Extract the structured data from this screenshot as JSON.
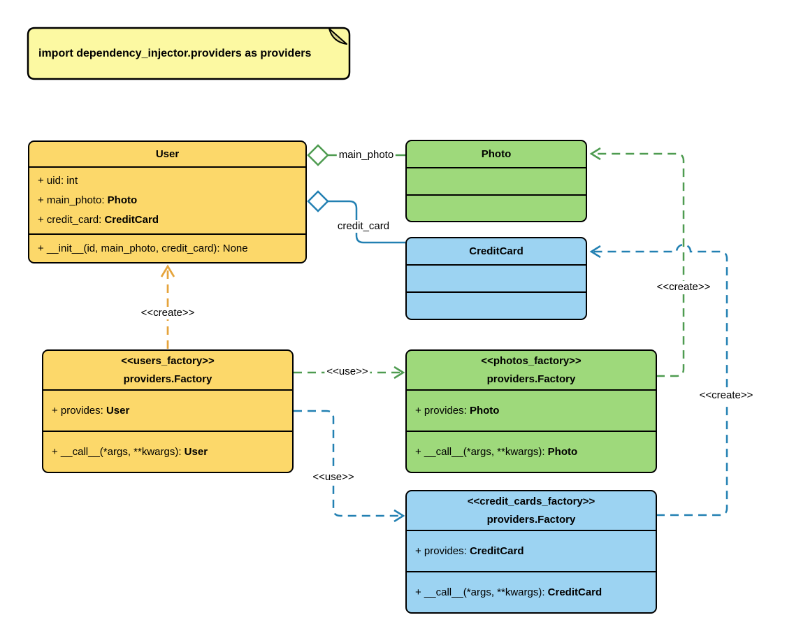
{
  "note": {
    "text": "import dependency_injector.providers as providers"
  },
  "labels": {
    "main_photo": "main_photo",
    "credit_card": "credit_card",
    "create": "<<create>>",
    "use": "<<use>>"
  },
  "classes": [
    {
      "name": "User",
      "title_lines": [
        "User"
      ],
      "attributes": [
        [
          "+ uid: int"
        ],
        [
          "+ main_photo: ",
          "Photo"
        ],
        [
          "+ credit_card: ",
          "CreditCard"
        ]
      ],
      "methods": [
        [
          "+ __init__(id, main_photo, credit_card): None"
        ]
      ]
    },
    {
      "name": "Photo",
      "title_lines": [
        "Photo"
      ],
      "attributes": [],
      "methods": []
    },
    {
      "name": "CreditCard",
      "title_lines": [
        "CreditCard"
      ],
      "attributes": [],
      "methods": []
    },
    {
      "name": "users_factory",
      "title_lines": [
        "<<users_factory>>",
        "providers.Factory"
      ],
      "attributes": [
        [
          "+ provides: ",
          "User"
        ]
      ],
      "methods": [
        [
          "+ __call__(*args, **kwargs): ",
          "User"
        ]
      ]
    },
    {
      "name": "photos_factory",
      "title_lines": [
        "<<photos_factory>>",
        "providers.Factory"
      ],
      "attributes": [
        [
          "+ provides: ",
          "Photo"
        ]
      ],
      "methods": [
        [
          "+ __call__(*args, **kwargs): ",
          "Photo"
        ]
      ]
    },
    {
      "name": "credit_cards_factory",
      "title_lines": [
        "<<credit_cards_factory>>",
        "providers.Factory"
      ],
      "attributes": [
        [
          "+ provides: ",
          "CreditCard"
        ]
      ],
      "methods": [
        [
          "+ __call__(*args, **kwargs): ",
          "CreditCard"
        ]
      ]
    }
  ],
  "colors": {
    "class_yellow": "#FCD86A",
    "class_green": "#9ED97B",
    "class_blue": "#9CD3F2",
    "note_yellow": "#FCF9A2",
    "note_fold": "#DCD68C",
    "edge_green": "#4E9B50",
    "edge_blue": "#2280B2",
    "edge_orange": "#E5A43C",
    "border": "#000000"
  }
}
